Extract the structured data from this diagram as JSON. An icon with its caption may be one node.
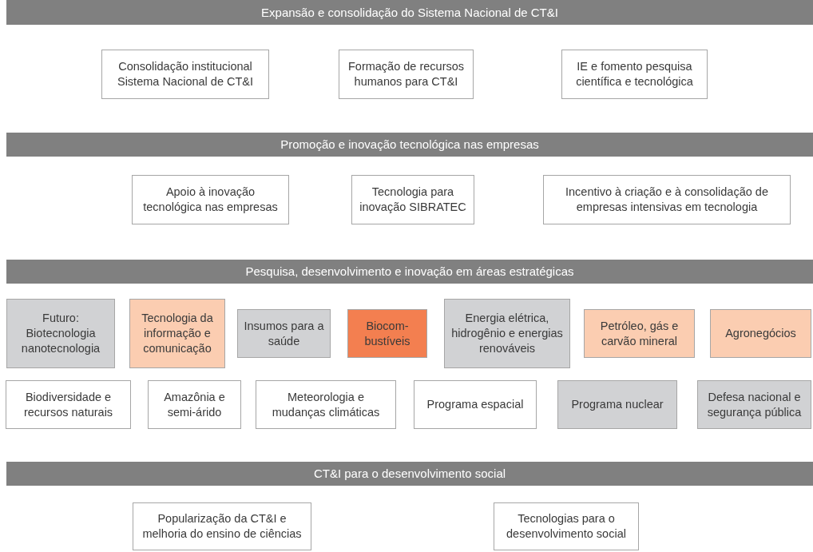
{
  "diagram": {
    "nodes": [
      {
        "text": [
          "Expansão e consolidação do Sistema Nacional de CT&I"
        ]
      },
      {
        "text": [
          "Consolidação institucional Sistema Nacional de CT&I"
        ]
      },
      {
        "text": [
          "Formação de recursos humanos para CT&I"
        ]
      },
      {
        "text": [
          "IE e fomento pesquisa científica e tecnológica"
        ]
      },
      {
        "text": [
          "Promoção e inovação tecnológica nas empresas"
        ]
      },
      {
        "text": [
          "Apoio à inovação tecnológica nas empresas"
        ]
      },
      {
        "text": [
          "Tecnologia para inovação SIBRATEC"
        ]
      },
      {
        "text": [
          "Incentivo à criação e à consolidação de empresas intensivas em tecnologia"
        ]
      },
      {
        "text": [
          "Pesquisa, desenvolvimento e inovação em áreas estratégicas"
        ]
      },
      {
        "text": [
          "Futuro: Biotecnologia nanotecnologia"
        ]
      },
      {
        "text": [
          "Tecnologia da informação e comunicação"
        ]
      },
      {
        "text": [
          "Insumos para a saúde"
        ]
      },
      {
        "text": [
          "Biocom- bustíveis"
        ]
      },
      {
        "text": [
          "Energia elétrica, hidrogênio e energias renováveis"
        ]
      },
      {
        "text": [
          "Petróleo, gás e carvão mineral"
        ]
      },
      {
        "text": [
          "Agronegócios"
        ]
      },
      {
        "text": [
          "Biodiversidade e recursos naturais"
        ]
      },
      {
        "text": [
          "Amazônia e semi-árido"
        ]
      },
      {
        "text": [
          "Meteorologia e mudanças climáticas"
        ]
      },
      {
        "text": [
          "Programa espacial"
        ]
      },
      {
        "text": [
          "Programa nuclear"
        ]
      },
      {
        "text": [
          "Defesa nacional e segurança pública"
        ]
      },
      {
        "text": [
          "CT&I para o desenvolvimento social"
        ]
      },
      {
        "text": [
          "Popularização da CT&I e melhoria do ensino de ciências"
        ]
      },
      {
        "text": [
          "Tecnologias para o desenvolvimento social"
        ]
      }
    ]
  }
}
